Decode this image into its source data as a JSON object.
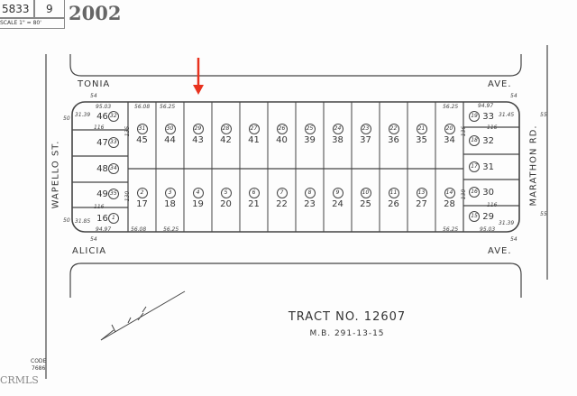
{
  "header": {
    "map_book": "5833",
    "page": "9",
    "scale": "SCALE 1\" = 80'",
    "year": "2002"
  },
  "streets": {
    "top": "TONIA",
    "top_suffix": "AVE.",
    "bottom": "ALICIA",
    "bottom_suffix": "AVE.",
    "left": "WAPELLO ST.",
    "right": "MARATHON RD."
  },
  "street_widths": {
    "tl": "54",
    "tr": "54",
    "bl": "54",
    "br": "54",
    "l1": "50",
    "l2": "50",
    "r1": "55",
    "r2": "55"
  },
  "dimensions": {
    "top_left": "95.03",
    "top_a": "56.08",
    "top_b": "56.25",
    "top_right_a": "56.25",
    "top_right": "94.97",
    "bot_left": "94.97",
    "bot_a": "56.08",
    "bot_b": "56.25",
    "bot_right_a": "56.25",
    "bot_right": "95.03",
    "side_l_top": "135",
    "side_l_bot": "130",
    "side_r_top": "136",
    "side_r_bot": "130",
    "depth": "116",
    "curve1": "31.39",
    "curve2": "31.85",
    "curve3": "31.45",
    "curve4": "31.39"
  },
  "lots_top": [
    {
      "lot": "45",
      "parcel": "31"
    },
    {
      "lot": "44",
      "parcel": "30"
    },
    {
      "lot": "43",
      "parcel": "29"
    },
    {
      "lot": "42",
      "parcel": "28"
    },
    {
      "lot": "41",
      "parcel": "27"
    },
    {
      "lot": "40",
      "parcel": "26"
    },
    {
      "lot": "39",
      "parcel": "25"
    },
    {
      "lot": "38",
      "parcel": "24"
    },
    {
      "lot": "37",
      "parcel": "23"
    },
    {
      "lot": "36",
      "parcel": "22"
    },
    {
      "lot": "35",
      "parcel": "21"
    },
    {
      "lot": "34",
      "parcel": "20"
    }
  ],
  "lots_bottom": [
    {
      "lot": "17",
      "parcel": "2"
    },
    {
      "lot": "18",
      "parcel": "3"
    },
    {
      "lot": "19",
      "parcel": "4"
    },
    {
      "lot": "20",
      "parcel": "5"
    },
    {
      "lot": "21",
      "parcel": "6"
    },
    {
      "lot": "22",
      "parcel": "7"
    },
    {
      "lot": "23",
      "parcel": "8"
    },
    {
      "lot": "24",
      "parcel": "9"
    },
    {
      "lot": "25",
      "parcel": "10"
    },
    {
      "lot": "26",
      "parcel": "11"
    },
    {
      "lot": "27",
      "parcel": "13"
    },
    {
      "lot": "28",
      "parcel": "14"
    }
  ],
  "lots_left": [
    {
      "lot": "46",
      "parcel": "32"
    },
    {
      "lot": "47",
      "parcel": "33"
    },
    {
      "lot": "48",
      "parcel": "34"
    },
    {
      "lot": "49",
      "parcel": "35"
    },
    {
      "lot": "16",
      "parcel": "1"
    }
  ],
  "lots_right": [
    {
      "lot": "33",
      "parcel": "19"
    },
    {
      "lot": "32",
      "parcel": "18"
    },
    {
      "lot": "31",
      "parcel": "17"
    },
    {
      "lot": "30",
      "parcel": "16"
    },
    {
      "lot": "29",
      "parcel": "15"
    }
  ],
  "tract": {
    "title": "TRACT NO. 12607",
    "ref": "M.B. 291-13-15"
  },
  "code": {
    "label": "CODE",
    "value": "7686"
  },
  "watermark": "CRMLS",
  "colors": {
    "line": "#444444",
    "arrow": "#e8321e"
  }
}
